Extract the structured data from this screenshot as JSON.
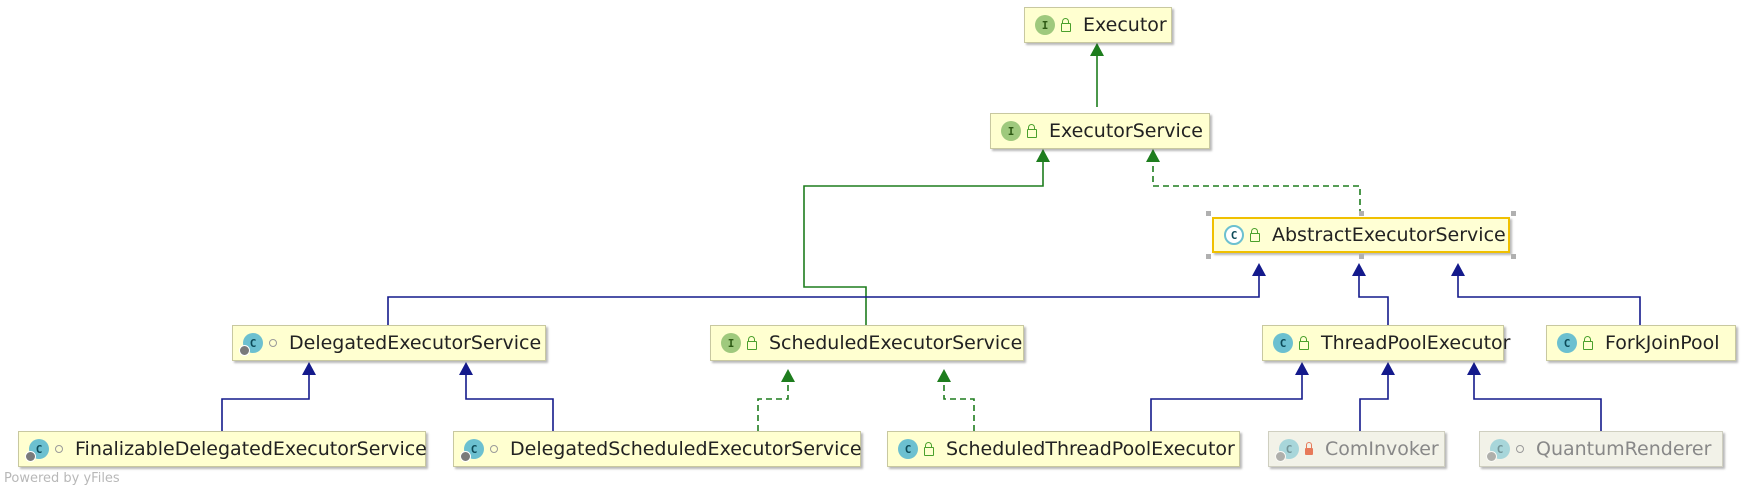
{
  "colors": {
    "extends": "#141a8c",
    "implements": "#1e7d1e",
    "selection": "#f0c000"
  },
  "nodes": [
    {
      "id": "Executor",
      "label": "Executor",
      "kind": "interface",
      "vis": "public"
    },
    {
      "id": "ExecutorService",
      "label": "ExecutorService",
      "kind": "interface",
      "vis": "public"
    },
    {
      "id": "AbstractExecutorService",
      "label": "AbstractExecutorService",
      "kind": "abstract",
      "vis": "public",
      "selected": true
    },
    {
      "id": "DelegatedExecutorService",
      "label": "DelegatedExecutorService",
      "kind": "class-static",
      "vis": "package"
    },
    {
      "id": "ScheduledExecutorService",
      "label": "ScheduledExecutorService",
      "kind": "interface",
      "vis": "public"
    },
    {
      "id": "ThreadPoolExecutor",
      "label": "ThreadPoolExecutor",
      "kind": "class",
      "vis": "public"
    },
    {
      "id": "ForkJoinPool",
      "label": "ForkJoinPool",
      "kind": "class",
      "vis": "public"
    },
    {
      "id": "FinalizableDelegatedExecutorService",
      "label": "FinalizableDelegatedExecutorService",
      "kind": "class-static",
      "vis": "package"
    },
    {
      "id": "DelegatedScheduledExecutorService",
      "label": "DelegatedScheduledExecutorService",
      "kind": "class-static",
      "vis": "package"
    },
    {
      "id": "ScheduledThreadPoolExecutor",
      "label": "ScheduledThreadPoolExecutor",
      "kind": "class",
      "vis": "public"
    },
    {
      "id": "ComInvoker",
      "label": "ComInvoker",
      "kind": "class-static",
      "vis": "private",
      "disabled": true
    },
    {
      "id": "QuantumRenderer",
      "label": "QuantumRenderer",
      "kind": "class-static",
      "vis": "package",
      "disabled": true
    }
  ],
  "edges": [
    {
      "from": "ExecutorService",
      "to": "Executor",
      "type": "extends-interface"
    },
    {
      "from": "ScheduledExecutorService",
      "to": "ExecutorService",
      "type": "extends-interface"
    },
    {
      "from": "AbstractExecutorService",
      "to": "ExecutorService",
      "type": "implements"
    },
    {
      "from": "DelegatedExecutorService",
      "to": "AbstractExecutorService",
      "type": "extends"
    },
    {
      "from": "ThreadPoolExecutor",
      "to": "AbstractExecutorService",
      "type": "extends"
    },
    {
      "from": "ForkJoinPool",
      "to": "AbstractExecutorService",
      "type": "extends"
    },
    {
      "from": "FinalizableDelegatedExecutorService",
      "to": "DelegatedExecutorService",
      "type": "extends"
    },
    {
      "from": "DelegatedScheduledExecutorService",
      "to": "DelegatedExecutorService",
      "type": "extends"
    },
    {
      "from": "DelegatedScheduledExecutorService",
      "to": "ScheduledExecutorService",
      "type": "implements"
    },
    {
      "from": "ScheduledThreadPoolExecutor",
      "to": "ScheduledExecutorService",
      "type": "implements"
    },
    {
      "from": "ScheduledThreadPoolExecutor",
      "to": "ThreadPoolExecutor",
      "type": "extends"
    },
    {
      "from": "ComInvoker",
      "to": "ThreadPoolExecutor",
      "type": "extends"
    },
    {
      "from": "QuantumRenderer",
      "to": "ThreadPoolExecutor",
      "type": "extends"
    }
  ],
  "footer": "Powered by yFiles"
}
